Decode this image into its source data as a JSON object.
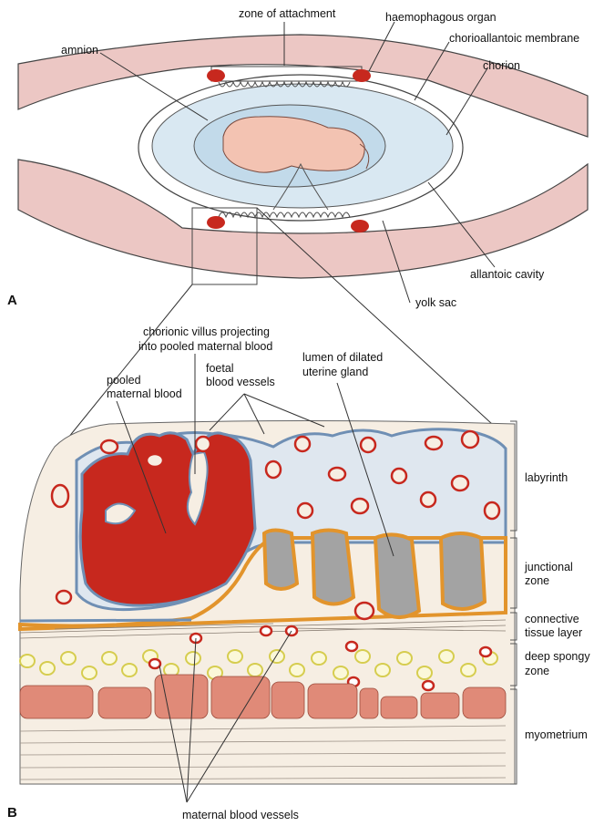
{
  "panel_a": {
    "panel_label": "A",
    "labels": {
      "zone_of_attachment": "zone of attachment",
      "haemophagous_organ": "haemophagous organ",
      "amnion": "amnion",
      "chorioallantoic_membrane": "chorioallantoic membrane",
      "chorion": "chorion",
      "allantoic_cavity": "allantoic cavity",
      "yolk_sac": "yolk sac"
    }
  },
  "panel_b": {
    "panel_label": "B",
    "labels": {
      "chorionic_villus_1": "chorionic  villus projecting",
      "chorionic_villus_2": "into pooled maternal blood",
      "pooled_1": "pooled",
      "pooled_2": "maternal blood",
      "foetal_1": "foetal",
      "foetal_2": "blood vessels",
      "lumen_1": "lumen of dilated",
      "lumen_2": "uterine gland",
      "labyrinth": "labyrinth",
      "junctional_1": "junctional",
      "junctional_2": "zone",
      "connective_1": "connective",
      "connective_2": "tissue layer",
      "deep_spongy_1": "deep spongy",
      "deep_spongy_2": "zone",
      "myometrium": "myometrium",
      "maternal_vessels": "maternal blood vessels"
    }
  },
  "colors": {
    "uterine_wall": "#ecc7c4",
    "cavity": "#cfe2ee",
    "embryo": "#f3c3b2",
    "maternal_blood": "#c7281e",
    "junctional_orange": "#e2942c",
    "gland_grey": "#a3a3a3",
    "muscle": "#e08a78",
    "spongy_yellow": "#ebe58e",
    "trophoblast_blue": "#6f8fb4"
  }
}
